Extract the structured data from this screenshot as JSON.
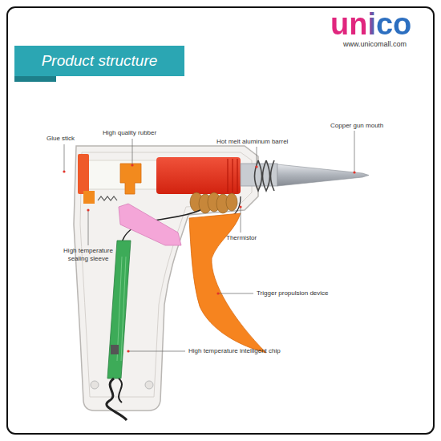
{
  "diagram": {
    "title": "Product structure",
    "labels": [
      "unico",
      "www.unicomall.com",
      "Glue stick",
      "High quality rubber",
      "Hot melt aluminum barrel",
      "Copper gun mouth",
      "High temperature sealing sleeve",
      "Thermistor",
      "Trigger propulsion device",
      "High temperature intelligent chip"
    ]
  }
}
